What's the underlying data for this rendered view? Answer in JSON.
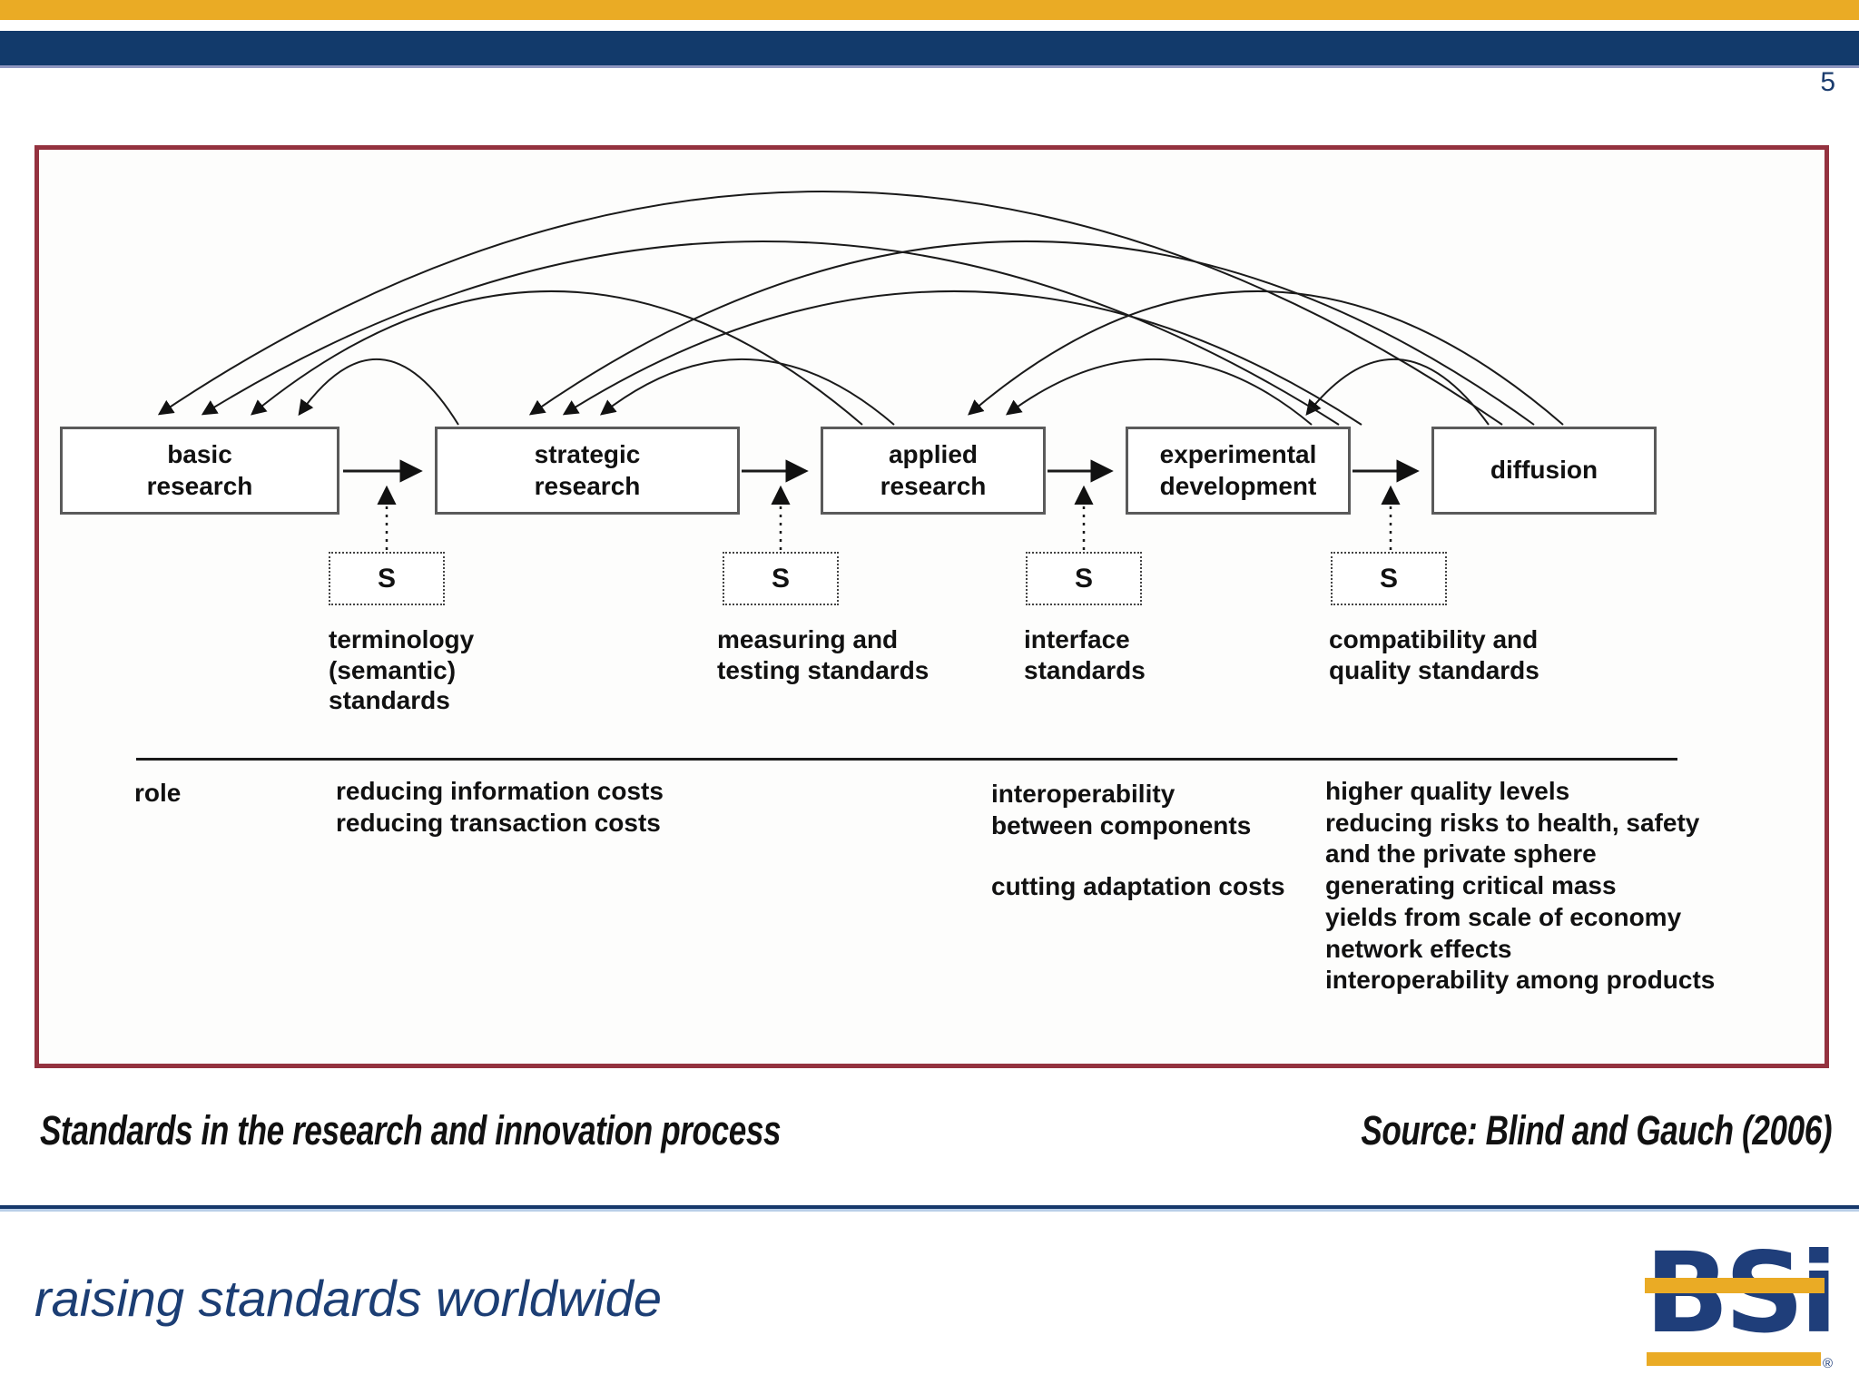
{
  "page": {
    "number": "5"
  },
  "diagram": {
    "stages": [
      {
        "label": "basic\nresearch"
      },
      {
        "label": "strategic\nresearch"
      },
      {
        "label": "applied\nresearch"
      },
      {
        "label": "experimental\ndevelopment"
      },
      {
        "label": "diffusion"
      }
    ],
    "standards": [
      {
        "symbol": "S",
        "label": "terminology\n(semantic)\nstandards"
      },
      {
        "symbol": "S",
        "label": "measuring and\ntesting standards"
      },
      {
        "symbol": "S",
        "label": "interface\nstandards"
      },
      {
        "symbol": "S",
        "label": "compatibility and\nquality standards"
      }
    ],
    "role": {
      "label": "role",
      "col1": "reducing information costs\nreducing transaction costs",
      "col3a": "interoperability\nbetween components",
      "col3b": "cutting adaptation costs",
      "col4": "higher quality levels\nreducing risks to health, safety\nand the private sphere\ngenerating critical mass\nyields from scale of economy\nnetwork effects\ninteroperability among products"
    }
  },
  "caption": {
    "title": "Standards in the research and innovation process",
    "source": "Source: Blind and Gauch (2006)"
  },
  "footer": {
    "tagline": "raising standards worldwide",
    "logo_text": "BSi",
    "registered": "®"
  },
  "colors": {
    "gold": "#EAAB25",
    "navy_bar": "#123A6B",
    "frame_maroon": "#94323F",
    "logo_navy": "#1F3E7A",
    "separator_navy": "#16386B"
  }
}
